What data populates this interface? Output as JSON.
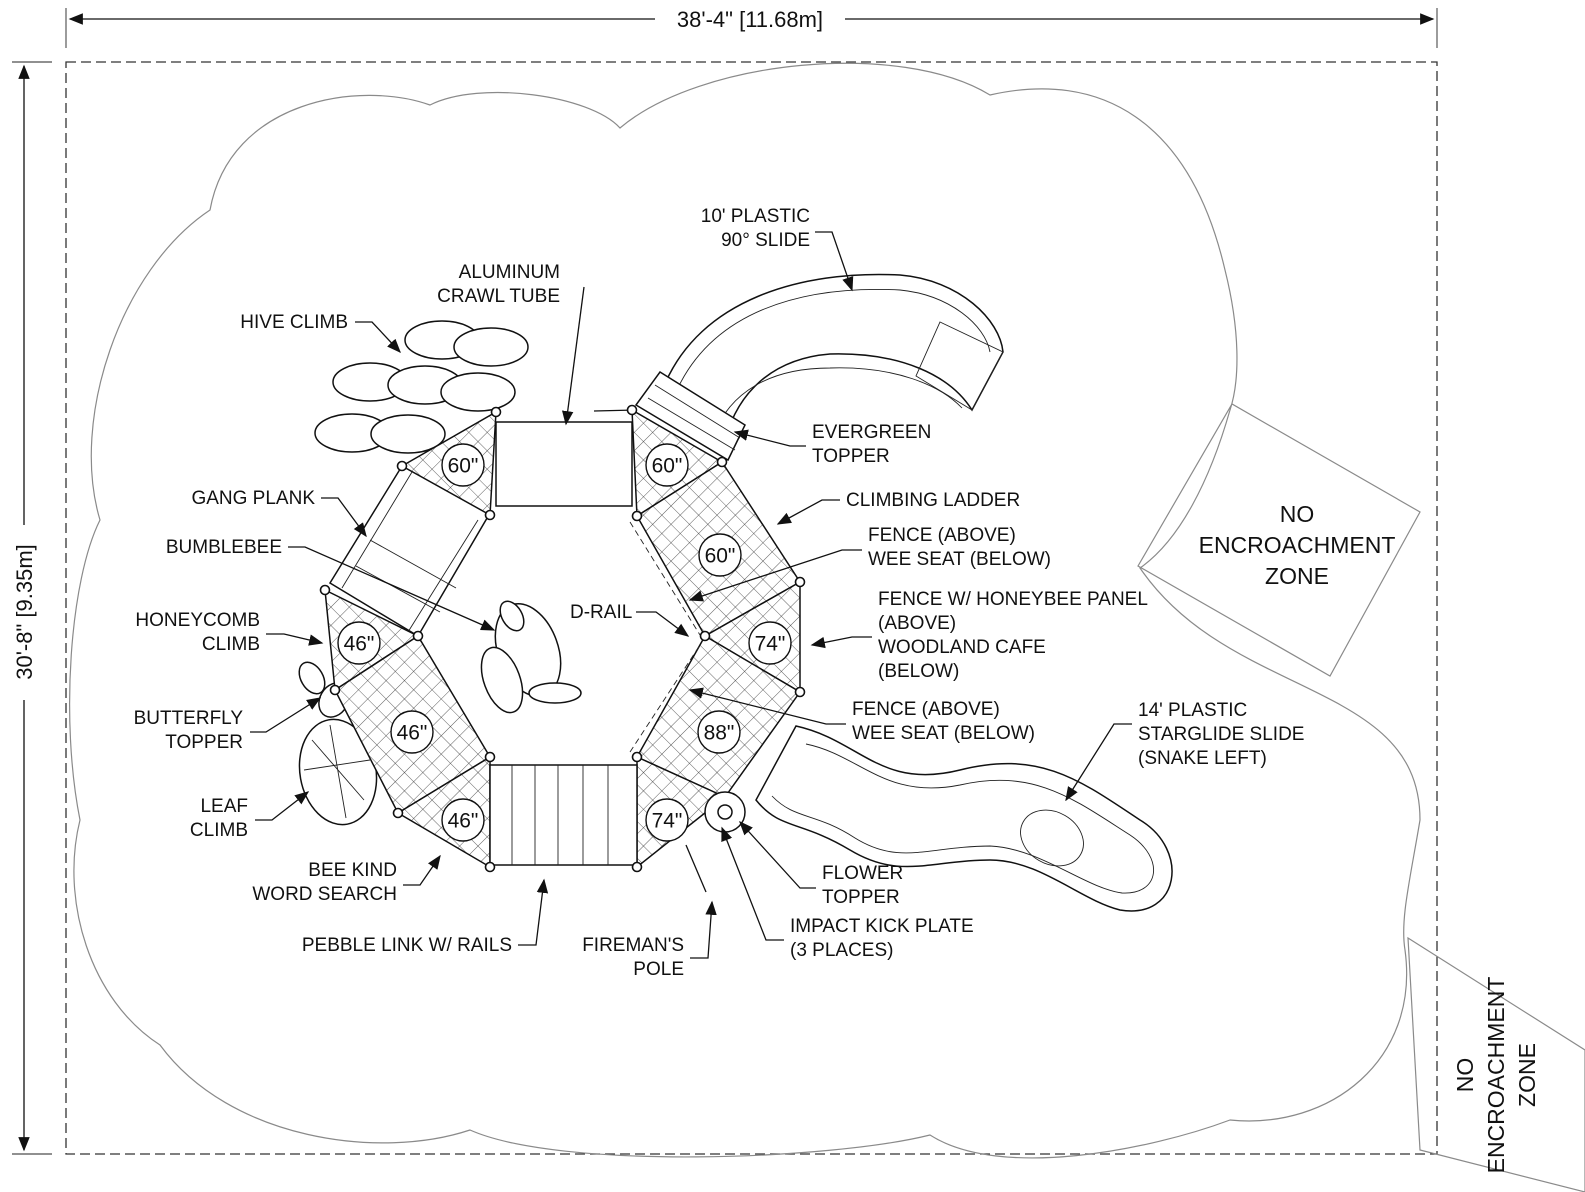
{
  "dimensions": {
    "width_label": "38'-4\" [11.68m]",
    "height_label": "30'-8\" [9.35m]"
  },
  "zones": {
    "no_encroachment_right": [
      "NO",
      "ENCROACHMENT",
      "ZONE"
    ],
    "no_encroachment_corner": [
      "NO",
      "ENCROACHMENT",
      "ZONE"
    ]
  },
  "deck_heights": [
    "60\"",
    "60\"",
    "60\"",
    "46\"",
    "74\"",
    "46\"",
    "88\"",
    "46\"",
    "74\""
  ],
  "labels": {
    "plastic_slide_10": [
      "10' PLASTIC",
      "90° SLIDE"
    ],
    "aluminum_crawl_tube": [
      "ALUMINUM",
      "CRAWL TUBE"
    ],
    "hive_climb": "HIVE CLIMB",
    "evergreen_topper": [
      "EVERGREEN",
      "TOPPER"
    ],
    "gang_plank": "GANG PLANK",
    "climbing_ladder": "CLIMBING LADDER",
    "bumblebee": "BUMBLEBEE",
    "fence_wee_seat_1": [
      "FENCE (ABOVE)",
      "WEE SEAT (BELOW)"
    ],
    "d_rail": "D-RAIL",
    "honeybee_panel": [
      "FENCE W/ HONEYBEE PANEL",
      "(ABOVE)",
      "WOODLAND CAFE",
      "(BELOW)"
    ],
    "honeycomb_climb": [
      "HONEYCOMB",
      "CLIMB"
    ],
    "butterfly_topper": [
      "BUTTERFLY",
      "TOPPER"
    ],
    "fence_wee_seat_2": [
      "FENCE (ABOVE)",
      "WEE SEAT (BELOW)"
    ],
    "starglide_slide": [
      "14' PLASTIC",
      "STARGLIDE SLIDE",
      "(SNAKE LEFT)"
    ],
    "leaf_climb": [
      "LEAF",
      "CLIMB"
    ],
    "flower_topper": [
      "FLOWER",
      "TOPPER"
    ],
    "bee_kind_word_search": [
      "BEE KIND",
      "WORD SEARCH"
    ],
    "impact_kick_plate": [
      "IMPACT KICK PLATE",
      "(3 PLACES)"
    ],
    "pebble_link": "PEBBLE LINK W/ RAILS",
    "firemans_pole": [
      "FIREMAN'S",
      "POLE"
    ]
  }
}
